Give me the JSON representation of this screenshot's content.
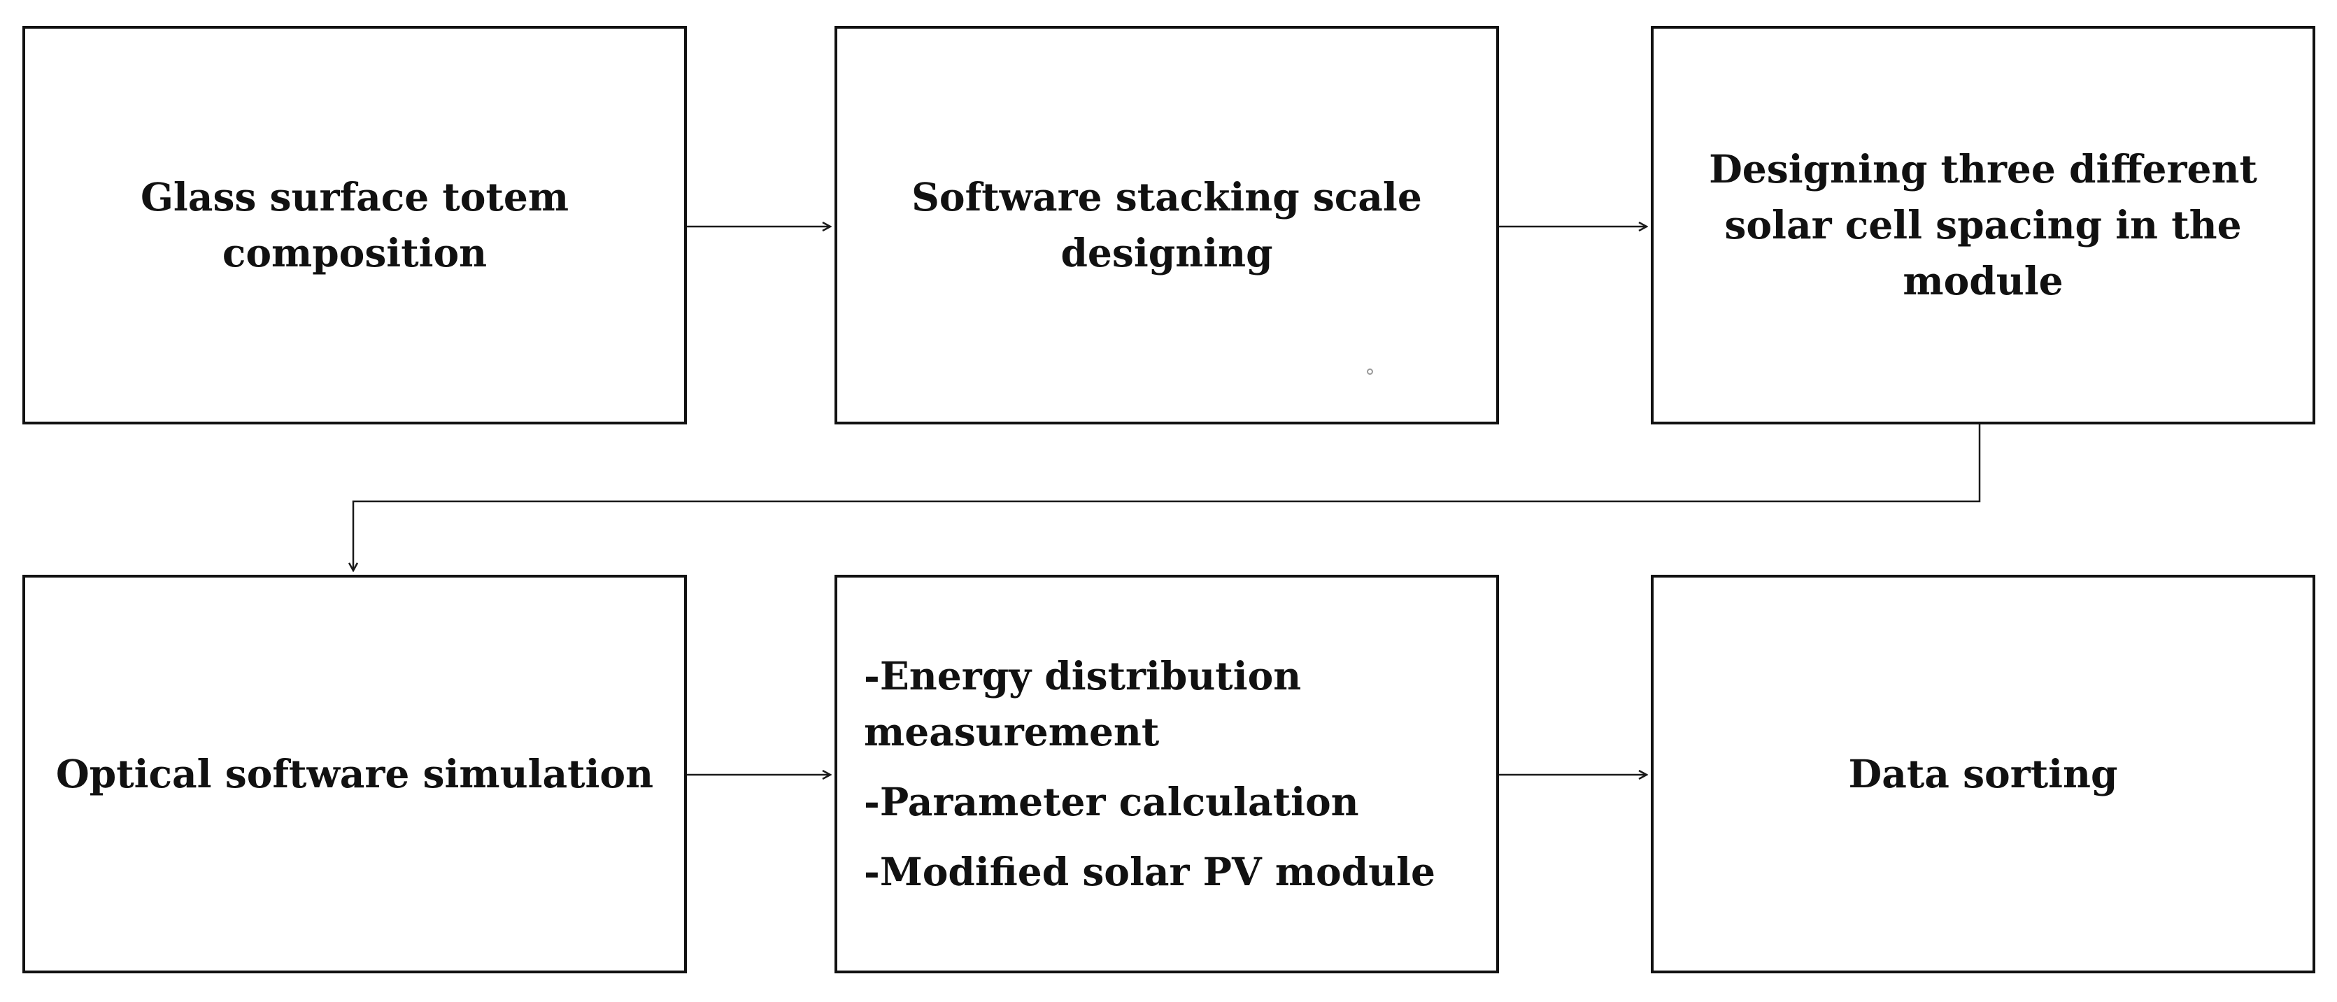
{
  "steps": [
    {
      "id": "step-1",
      "text": "Glass surface totem composition"
    },
    {
      "id": "step-2",
      "text": "Software stacking scale designing"
    },
    {
      "id": "step-3",
      "text": "Designing three different solar cell spacing in the module"
    },
    {
      "id": "step-4",
      "text": "Optical software simulation"
    },
    {
      "id": "step-5",
      "items": [
        "-Energy distribution measurement",
        "-Parameter calculation",
        "-Modified solar PV module"
      ]
    },
    {
      "id": "step-6",
      "text": "Data sorting"
    }
  ],
  "connections": [
    {
      "from": "step-1",
      "to": "step-2"
    },
    {
      "from": "step-2",
      "to": "step-3"
    },
    {
      "from": "step-3",
      "to": "step-4"
    },
    {
      "from": "step-4",
      "to": "step-5"
    },
    {
      "from": "step-5",
      "to": "step-6"
    }
  ],
  "colors": {
    "box_border": "#111111",
    "text": "#111111",
    "connector": "#1a1a1a",
    "background": "#ffffff"
  }
}
